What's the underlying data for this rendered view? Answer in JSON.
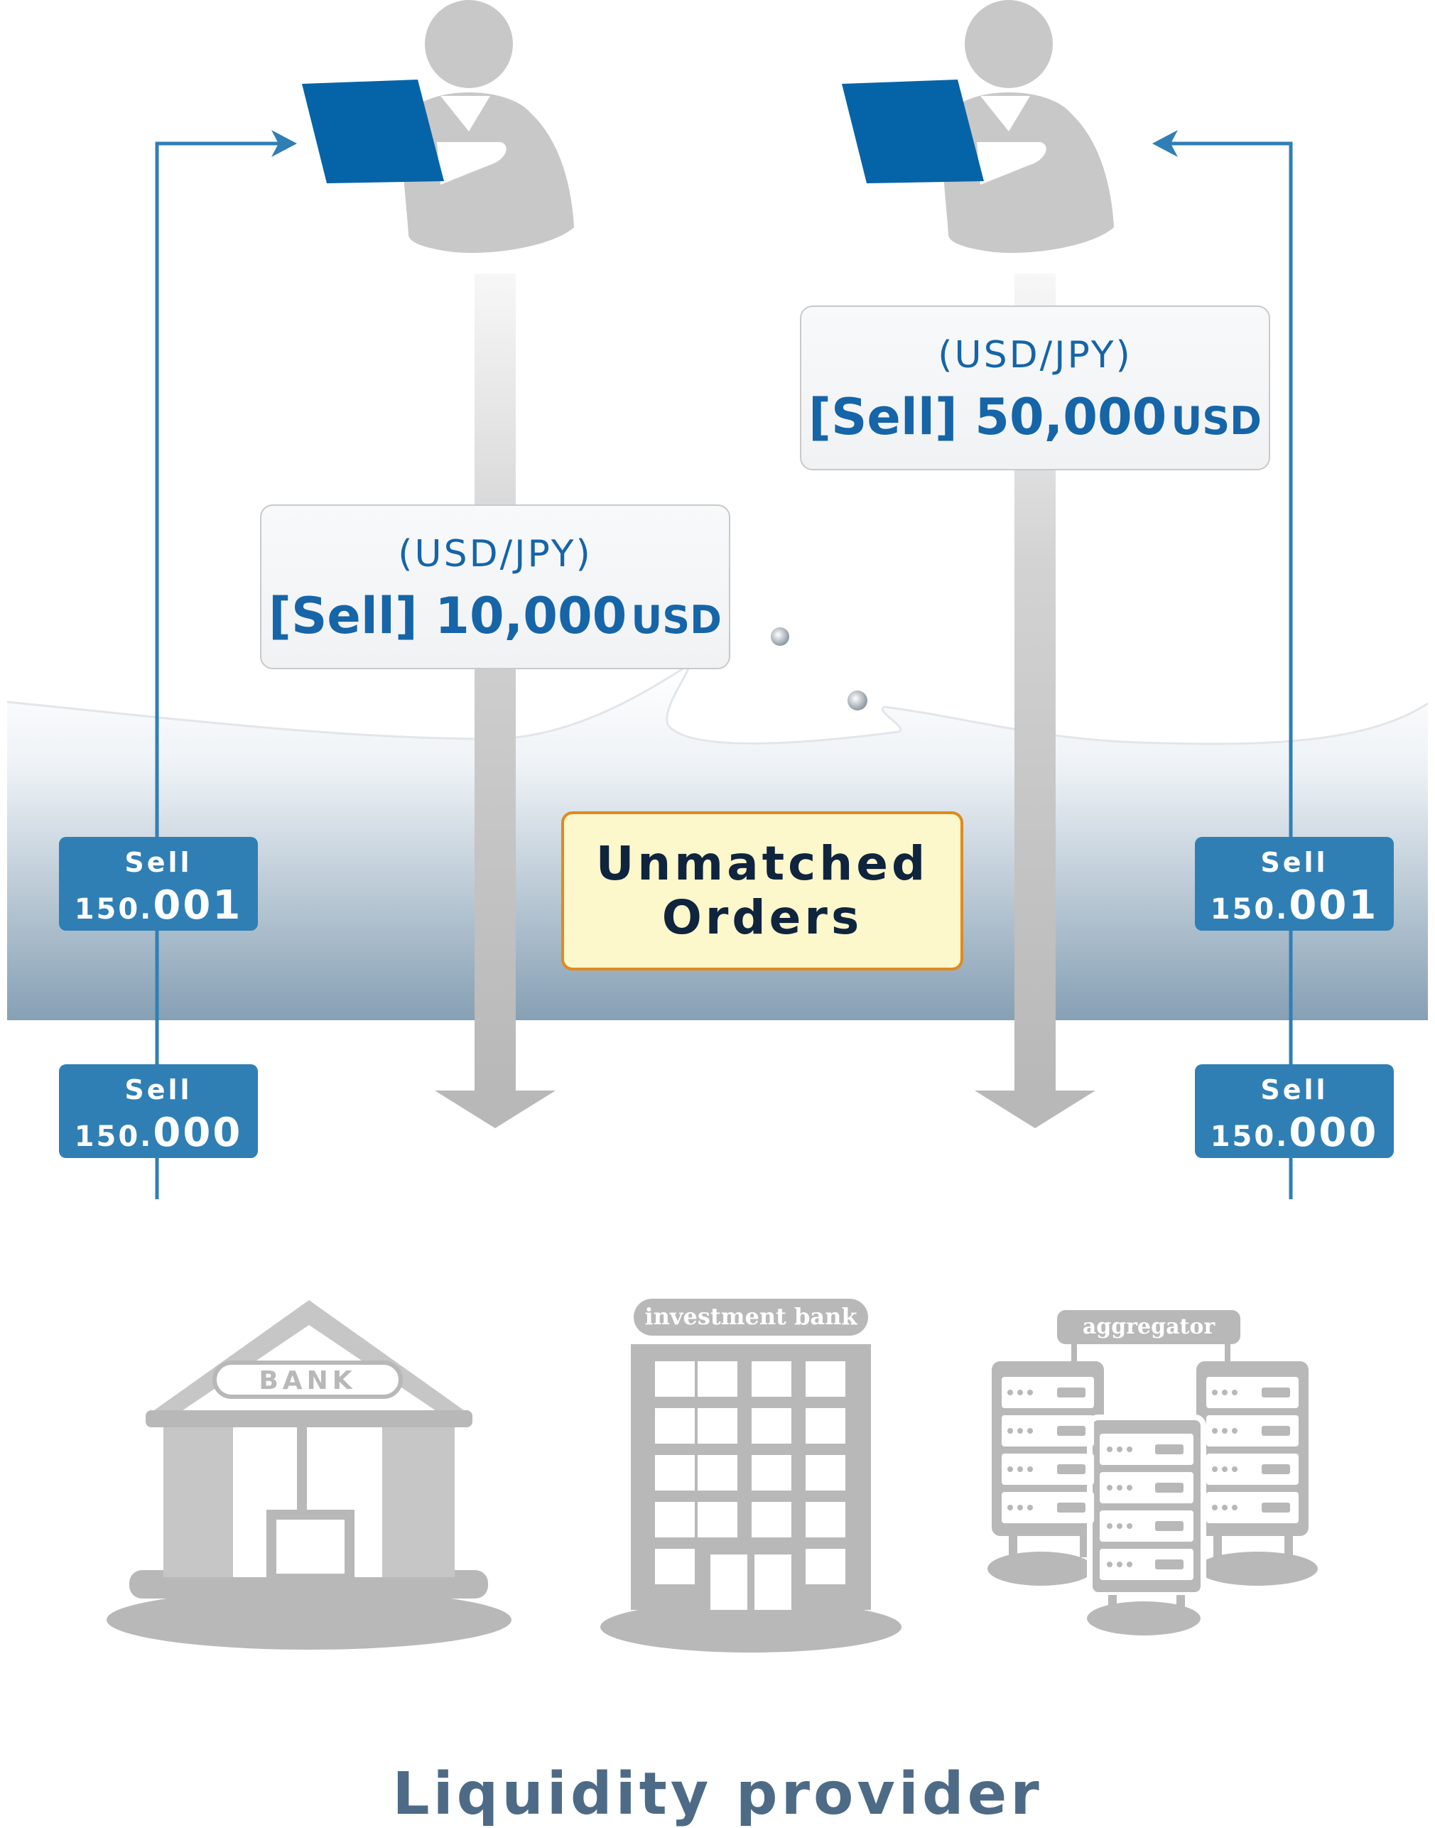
{
  "diagram": {
    "order_left": {
      "pair": "(USD/JPY)",
      "side": "[Sell]",
      "amount": "10,000",
      "unit": "USD"
    },
    "order_right": {
      "pair": "(USD/JPY)",
      "side": "[Sell]",
      "amount": "50,000",
      "unit": "USD"
    },
    "unmatched": {
      "line1": "Unmatched",
      "line2": "Orders"
    },
    "quotes": {
      "upper_left": {
        "side": "Sell",
        "price_main": "150.",
        "price_fraction": "001"
      },
      "lower_left": {
        "side": "Sell",
        "price_main": "150.",
        "price_fraction": "000"
      },
      "upper_right": {
        "side": "Sell",
        "price_main": "150.",
        "price_fraction": "001"
      },
      "lower_right": {
        "side": "Sell",
        "price_main": "150.",
        "price_fraction": "000"
      }
    },
    "providers": {
      "bank_sign": "BANK",
      "investment_bank_label": "investment bank",
      "aggregator_label": "aggregator"
    },
    "footer_title": "Liquidity provider",
    "colors": {
      "accent_blue": "#1565a8",
      "quote_blue": "#2f7fb5",
      "laptop_blue": "#0564a8",
      "figure_gray": "#c8c8c8",
      "unmatched_fill": "#fdf7cc",
      "unmatched_border": "#e08a1e"
    }
  }
}
